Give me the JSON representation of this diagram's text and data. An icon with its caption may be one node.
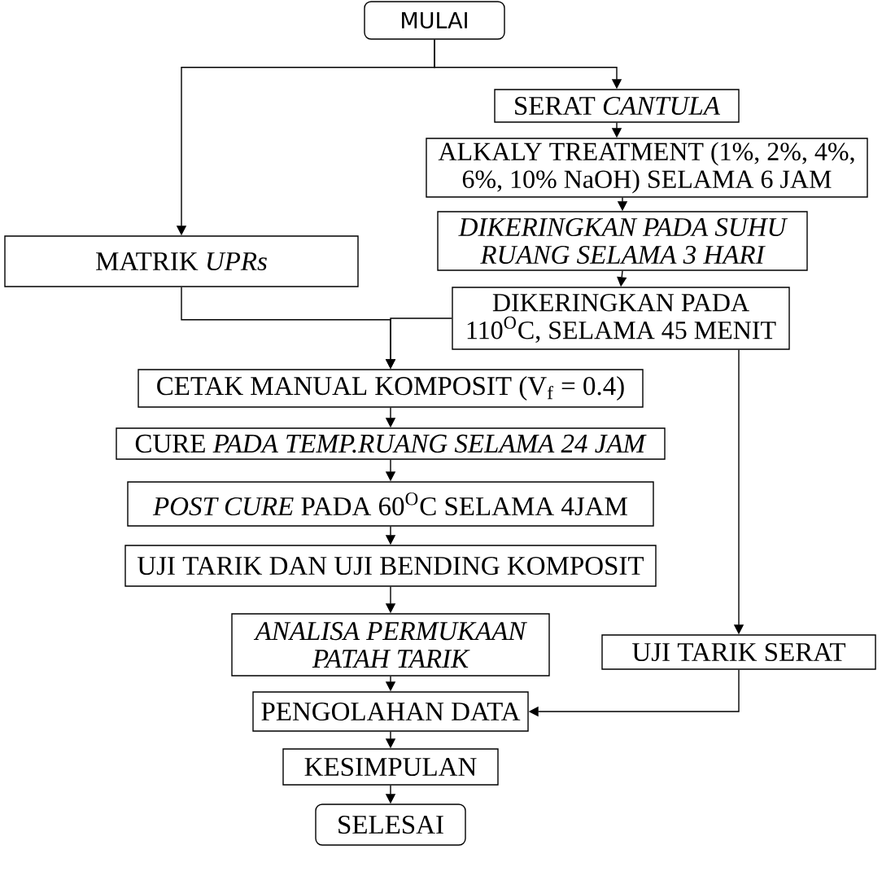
{
  "diagram": {
    "nodes": [
      {
        "text": [
          "MULAI"
        ]
      },
      {
        "text": [
          "SERAT *CANTULA*"
        ]
      },
      {
        "text": [
          "ALKALY TREATMENT (1%, 2%, 4%, 6%, 10% NaOH) SELAMA 6 JAM"
        ]
      },
      {
        "text": [
          "DIKERINGKAN PADA SUHU RUANG SELAMA 3 HARI"
        ]
      },
      {
        "text": [
          "MATRIK *UPRs*"
        ]
      },
      {
        "text": [
          "DIKERINGKAN PADA 110$^{O}$C, SELAMA 45 MENIT"
        ]
      },
      {
        "text": [
          "CETAK MANUAL KOMPOSIT (V$_{f}$ = 0.4)"
        ]
      },
      {
        "text": [
          "CURE *PADA TEMP.RUANG SELAMA 24 JAM*"
        ]
      },
      {
        "text": [
          "*POST CURE* PADA 60$^{O}$C SELAMA 4JAM"
        ]
      },
      {
        "text": [
          "UJI TARIK DAN UJI BENDING KOMPOSIT"
        ]
      },
      {
        "text": [
          "ANALISA PERMUKAAN PATAH TARIK"
        ]
      },
      {
        "text": [
          "UJI TARIK SERAT"
        ]
      },
      {
        "text": [
          "PENGOLAHAN DATA"
        ]
      },
      {
        "text": [
          "KESIMPULAN"
        ]
      },
      {
        "text": [
          "SELESAI"
        ]
      }
    ],
    "edges": [
      {
        "from": 0,
        "to": 1,
        "arrow": "to"
      },
      {
        "from": 0,
        "to": 4,
        "arrow": "to"
      },
      {
        "from": 1,
        "to": 2,
        "arrow": "to"
      },
      {
        "from": 2,
        "to": 3,
        "arrow": "to"
      },
      {
        "from": 3,
        "to": 5,
        "arrow": "to"
      },
      {
        "from": 4,
        "to": 6,
        "arrow": "to"
      },
      {
        "from": 5,
        "to": 6,
        "arrow": "to"
      },
      {
        "from": 6,
        "to": 7,
        "arrow": "to"
      },
      {
        "from": 7,
        "to": 8,
        "arrow": "to"
      },
      {
        "from": 8,
        "to": 9,
        "arrow": "to"
      },
      {
        "from": 9,
        "to": 10,
        "arrow": "to"
      },
      {
        "from": 10,
        "to": 12,
        "arrow": "to"
      },
      {
        "from": 5,
        "to": 11,
        "arrow": "to"
      },
      {
        "from": 11,
        "to": 12,
        "arrow": "to"
      },
      {
        "from": 12,
        "to": 13,
        "arrow": "to"
      },
      {
        "from": 13,
        "to": 14,
        "arrow": "to"
      }
    ]
  }
}
